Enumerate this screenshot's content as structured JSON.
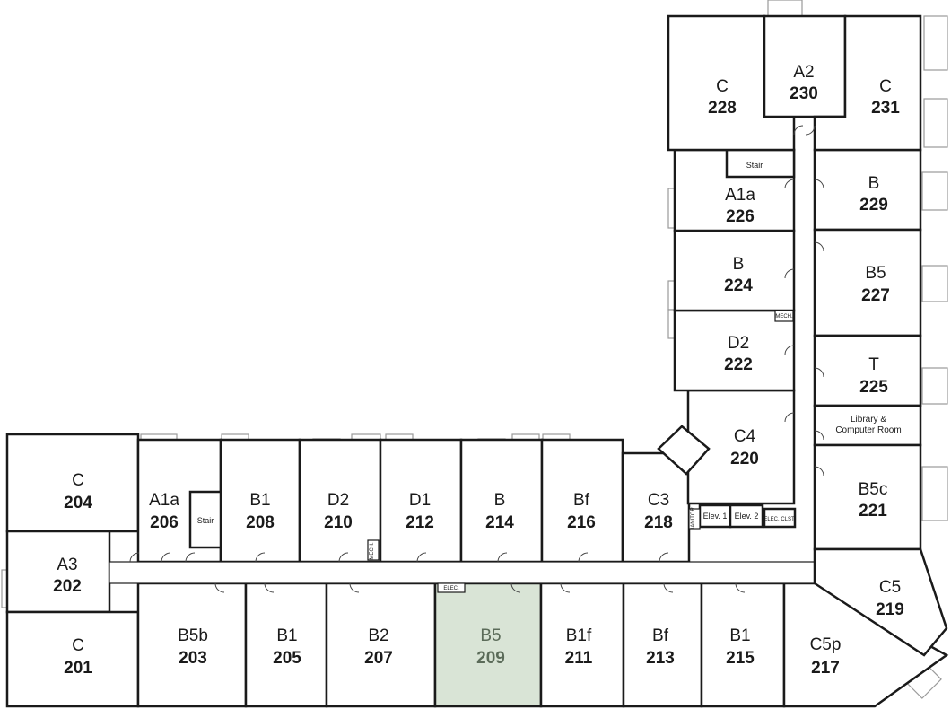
{
  "colors": {
    "highlight": "#d9e4d6",
    "highlight_text": "#5b6b59",
    "wall": "#1a1a1a"
  },
  "rooms": {
    "r201": {
      "type": "C",
      "num": "201"
    },
    "r202": {
      "type": "A3",
      "num": "202"
    },
    "r203": {
      "type": "B5b",
      "num": "203"
    },
    "r204": {
      "type": "C",
      "num": "204"
    },
    "r205": {
      "type": "B1",
      "num": "205"
    },
    "r206": {
      "type": "A1a",
      "num": "206"
    },
    "r207": {
      "type": "B2",
      "num": "207"
    },
    "r208": {
      "type": "B1",
      "num": "208"
    },
    "r209": {
      "type": "B5",
      "num": "209"
    },
    "r210": {
      "type": "D2",
      "num": "210"
    },
    "r211": {
      "type": "B1f",
      "num": "211"
    },
    "r212": {
      "type": "D1",
      "num": "212"
    },
    "r213": {
      "type": "Bf",
      "num": "213"
    },
    "r214": {
      "type": "B",
      "num": "214"
    },
    "r215": {
      "type": "B1",
      "num": "215"
    },
    "r216": {
      "type": "Bf",
      "num": "216"
    },
    "r217": {
      "type": "C5p",
      "num": "217"
    },
    "r218": {
      "type": "C3",
      "num": "218"
    },
    "r219": {
      "type": "C5",
      "num": "219"
    },
    "r220": {
      "type": "C4",
      "num": "220"
    },
    "r221": {
      "type": "B5c",
      "num": "221"
    },
    "r222": {
      "type": "D2",
      "num": "222"
    },
    "r224": {
      "type": "B",
      "num": "224"
    },
    "r225": {
      "type": "T",
      "num": "225"
    },
    "r226": {
      "type": "A1a",
      "num": "226"
    },
    "r227": {
      "type": "B5",
      "num": "227"
    },
    "r228": {
      "type": "C",
      "num": "228"
    },
    "r229": {
      "type": "B",
      "num": "229"
    },
    "r230": {
      "type": "A2",
      "num": "230"
    },
    "r231": {
      "type": "C",
      "num": "231"
    }
  },
  "labels": {
    "stair": "Stair",
    "library_line1": "Library &",
    "library_line2": "Computer Room",
    "elev1": "Elev. 1",
    "elev2": "Elev. 2",
    "elec_clst": "ELEC. CLST.",
    "elec": "ELEC.",
    "mech": "MECH.",
    "janitor": "JANITOR"
  }
}
